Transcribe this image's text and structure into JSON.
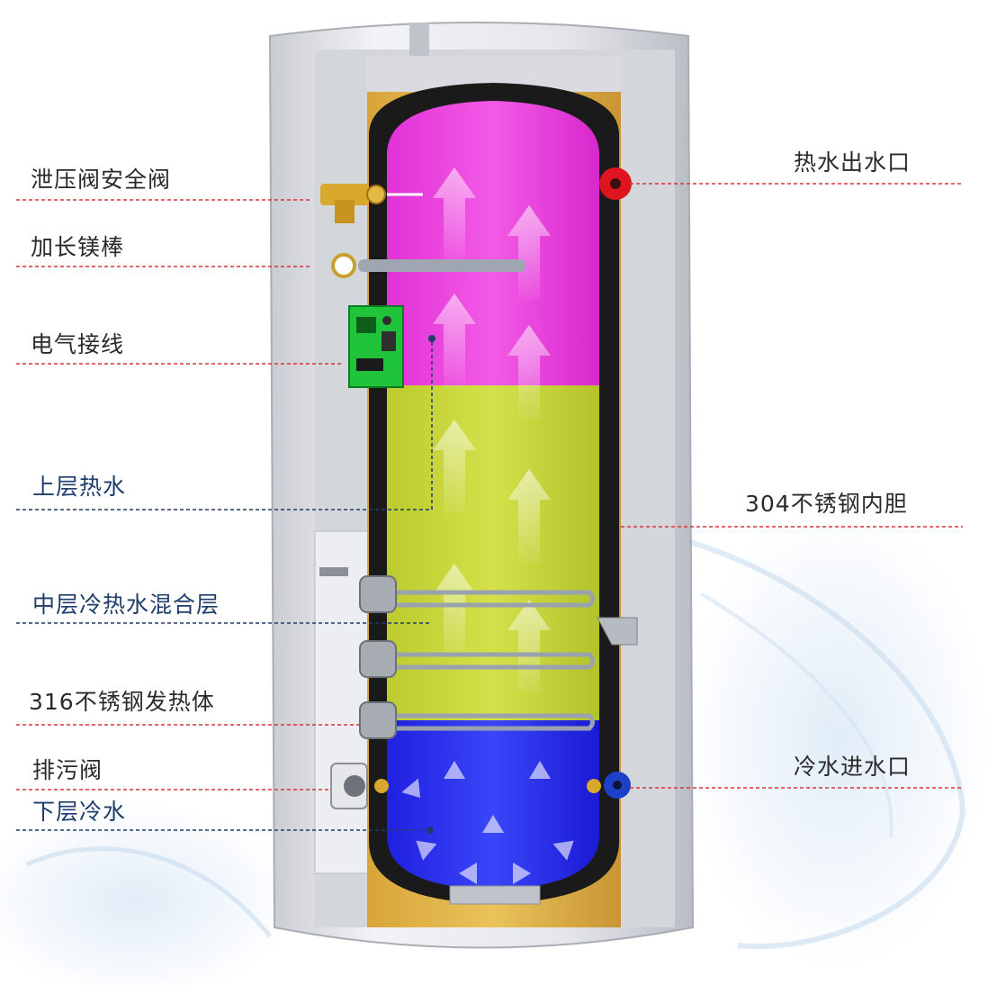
{
  "labels_left": [
    {
      "id": "relief-valve",
      "text": "泄压阀安全阀",
      "color": "#2a2a2a"
    },
    {
      "id": "magnesium-rod",
      "text": "加长镁棒",
      "color": "#2a2a2a"
    },
    {
      "id": "electrical-wiring",
      "text": "电气接线",
      "color": "#2a2a2a"
    },
    {
      "id": "upper-hot-water",
      "text": "上层热水",
      "color": "#1f3d6b"
    },
    {
      "id": "middle-mix-layer",
      "text": "中层冷热水混合层",
      "color": "#1f3d6b"
    },
    {
      "id": "heating-element",
      "text": "316不锈钢发热体",
      "color": "#2a2a2a"
    },
    {
      "id": "drain-valve",
      "text": "排污阀",
      "color": "#2a2a2a"
    },
    {
      "id": "lower-cold-water",
      "text": "下层冷水",
      "color": "#1f3d6b"
    }
  ],
  "labels_right": [
    {
      "id": "hot-water-outlet",
      "text": "热水出水口",
      "color": "#2a2a2a"
    },
    {
      "id": "inner-tank",
      "text": "304不锈钢内胆",
      "color": "#2a2a2a"
    },
    {
      "id": "cold-water-inlet",
      "text": "冷水进水口",
      "color": "#2a2a2a"
    }
  ],
  "colors": {
    "hot_zone": "#f23ee0",
    "mix_zone": "#cddc3e",
    "cold_zone": "#2a2ef0",
    "tank_wall": "#1a1a1a",
    "red_leader": "#d8343a",
    "blue_leader": "#1f3d6b",
    "outlet_knob": "#e0141e",
    "inlet_knob": "#1c40c8",
    "circuit_board": "#1fc43a"
  }
}
